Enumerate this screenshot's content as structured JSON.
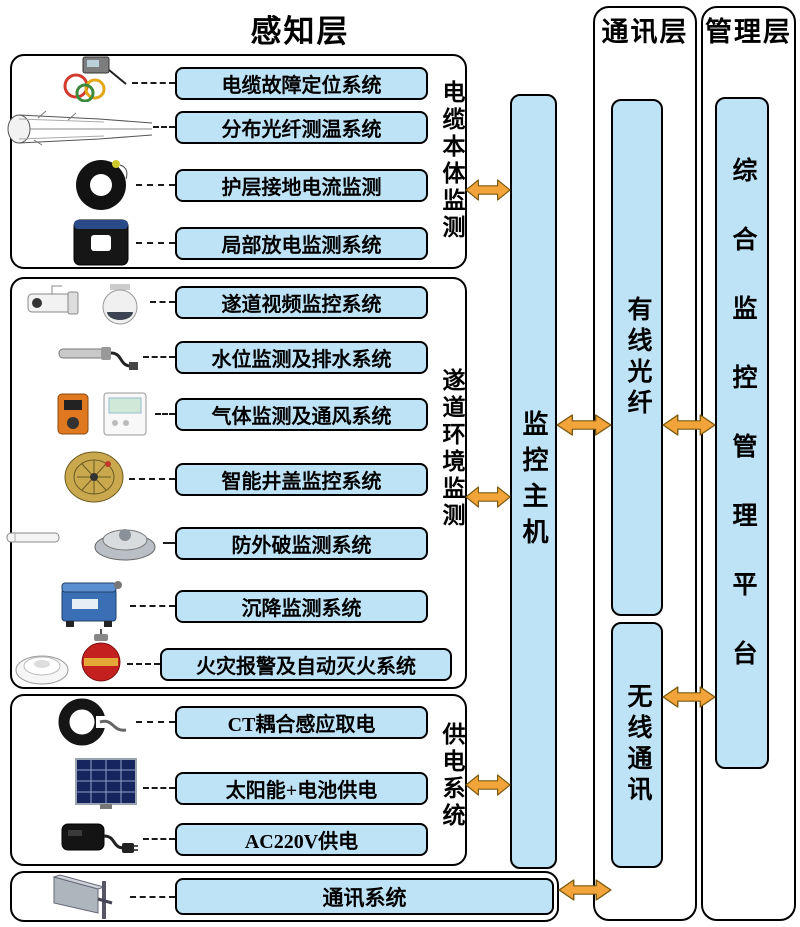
{
  "layers": {
    "perception": {
      "title": "感知层"
    },
    "communication": {
      "title": "通讯层"
    },
    "management": {
      "title": "管理层"
    }
  },
  "hub": {
    "label": "监控主机"
  },
  "channels": {
    "wired": {
      "label": "有线光纤"
    },
    "wireless": {
      "label": "无线通讯"
    }
  },
  "platform": {
    "label": "综合监控管理平台"
  },
  "groups": [
    {
      "label": "电缆本体监测",
      "items": [
        {
          "name": "电缆故障定位系统",
          "icon": "cable-fault-locator-icon"
        },
        {
          "name": "分布光纤测温系统",
          "icon": "cable-cross-section-icon"
        },
        {
          "name": "护层接地电流监测",
          "icon": "ring-ct-icon"
        },
        {
          "name": "局部放电监测系统",
          "icon": "square-ct-icon"
        }
      ]
    },
    {
      "label": "遂道环境监测",
      "items": [
        {
          "name": "遂道视频监控系统",
          "icon": "camera-icon"
        },
        {
          "name": "水位监测及排水系统",
          "icon": "water-sensor-icon"
        },
        {
          "name": "气体监测及通风系统",
          "icon": "gas-detector-icon"
        },
        {
          "name": "智能井盖监控系统",
          "icon": "manhole-cover-icon"
        },
        {
          "name": "防外破监测系统",
          "icon": "vibration-sensor-icon"
        },
        {
          "name": "沉降监测系统",
          "icon": "settlement-monitor-icon"
        },
        {
          "name": "火灾报警及自动灭火系统",
          "icon": "fire-alarm-icon"
        }
      ]
    },
    {
      "label": "供电系统",
      "items": [
        {
          "name": "CT耦合感应取电",
          "icon": "ct-clamp-icon"
        },
        {
          "name": "太阳能+电池供电",
          "icon": "solar-panel-icon"
        },
        {
          "name": "AC220V供电",
          "icon": "ac-adapter-icon"
        }
      ]
    }
  ],
  "bottom_bar": {
    "label": "通讯系统",
    "icon": "antenna-icon"
  },
  "connections": [
    "电缆本体监测-监控主机",
    "遂道环境监测-监控主机",
    "供电系统-监控主机",
    "监控主机-有线光纤",
    "有线光纤-综合监控管理平台",
    "无线通讯-综合监控管理平台",
    "通讯系统-无线通讯"
  ],
  "colors": {
    "box_fill": "#bfe3f6",
    "border": "#000000",
    "arrow_fill": "#f2a43a",
    "arrow_stroke": "#7a5a10",
    "background": "#ffffff"
  }
}
